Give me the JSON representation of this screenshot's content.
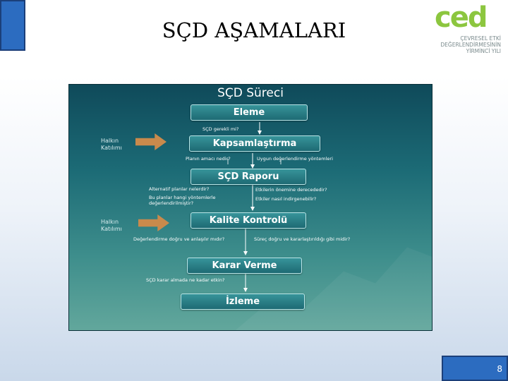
{
  "slide": {
    "title": "SÇD AŞAMALARI",
    "page_number": "8"
  },
  "logo": {
    "mark": "ced",
    "line1": "ÇEVRESEL ETKİ",
    "line2": "DEĞERLENDİRMESİNİN",
    "line3": "YİRMİNCİ YILI"
  },
  "diagram": {
    "title": "SÇD Süreci",
    "stages": {
      "eleme": "Eleme",
      "kapsam": "Kapsamlaştırma",
      "rapor": "SÇD Raporu",
      "kalite": "Kalite Kontrolü",
      "karar": "Karar Verme",
      "izleme": "İzleme"
    },
    "questions": {
      "q1": "SÇD gerekli mi?",
      "q2": "Planın amacı nedir?",
      "q3": "Uygun değerlendirme yöntemleri",
      "q4": "Alternatif planlar nelerdir?",
      "q5": "Etkilerin önemine derecededir?",
      "q6a": "Bu planlar hangi yöntemlerle",
      "q6b": "değerlendirilmiştir?",
      "q7": "Etkiler nasıl indirgenebilir?",
      "q8": "Değerlendirme doğru ve anlaşılır mıdır?",
      "q9": "Süreç doğru ve kararlaştırıldığı gibi midir?",
      "q10": "SÇD karar almada ne kadar etkin?"
    },
    "participation": {
      "line1": "Halkın",
      "line2": "Katılımı"
    }
  },
  "colors": {
    "accent": "#2c6cc0",
    "arrow": "#c98a4c",
    "logo_green": "#8cc63f"
  }
}
